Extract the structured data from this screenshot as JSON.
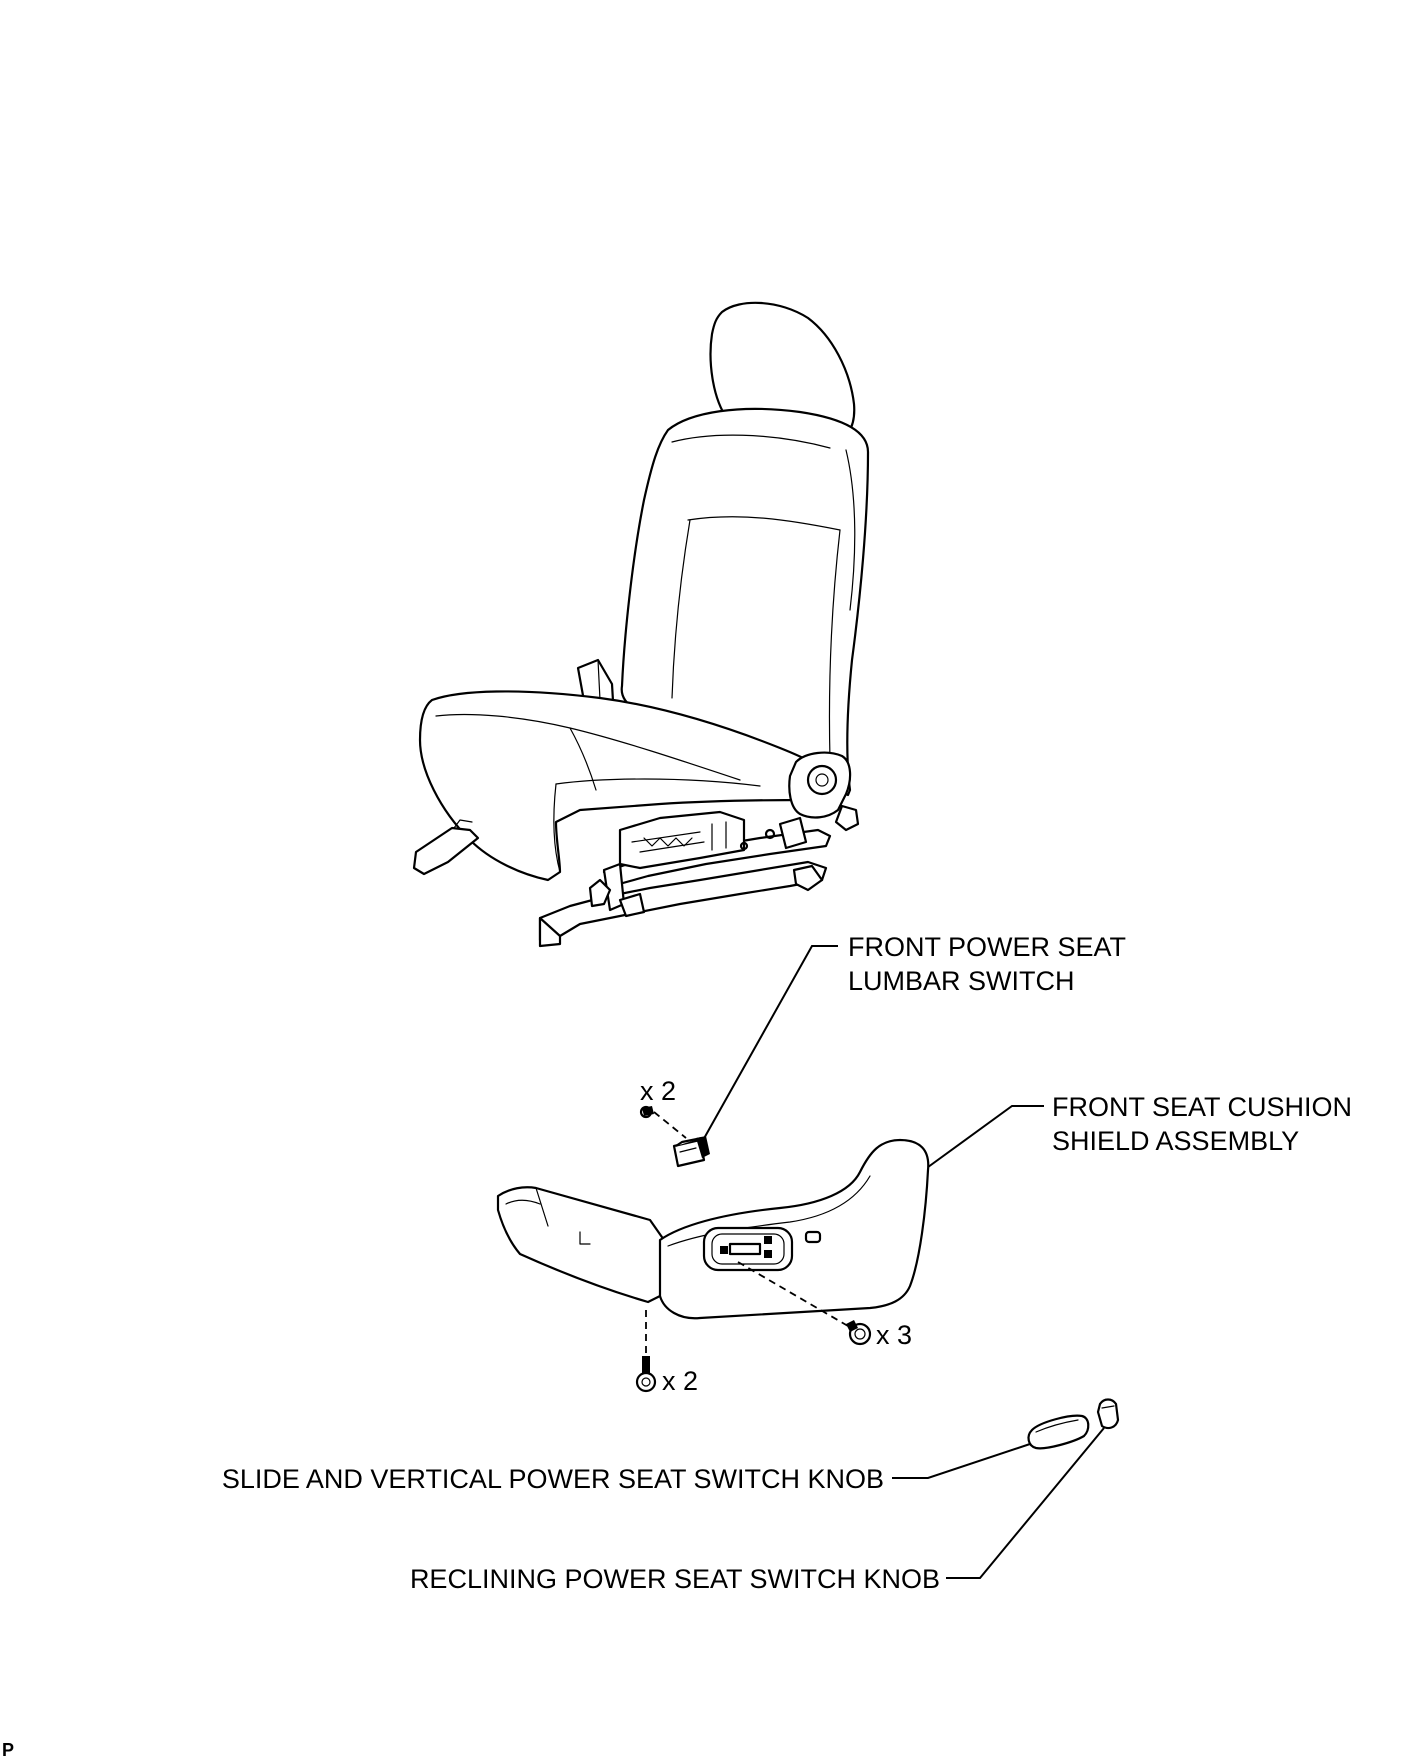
{
  "labels": {
    "lumbar_switch_line1": "FRONT POWER SEAT",
    "lumbar_switch_line2": "LUMBAR SWITCH",
    "cushion_shield_line1": "FRONT SEAT CUSHION",
    "cushion_shield_line2": "SHIELD ASSEMBLY",
    "slide_vertical_knob": "SLIDE AND VERTICAL POWER SEAT SWITCH KNOB",
    "reclining_knob": "RECLINING POWER SEAT SWITCH KNOB"
  },
  "quantities": {
    "lumbar_screws": "x 2",
    "shield_screws": "x 3",
    "shield_bottom_screws": "x 2"
  },
  "corner_mark": "P"
}
